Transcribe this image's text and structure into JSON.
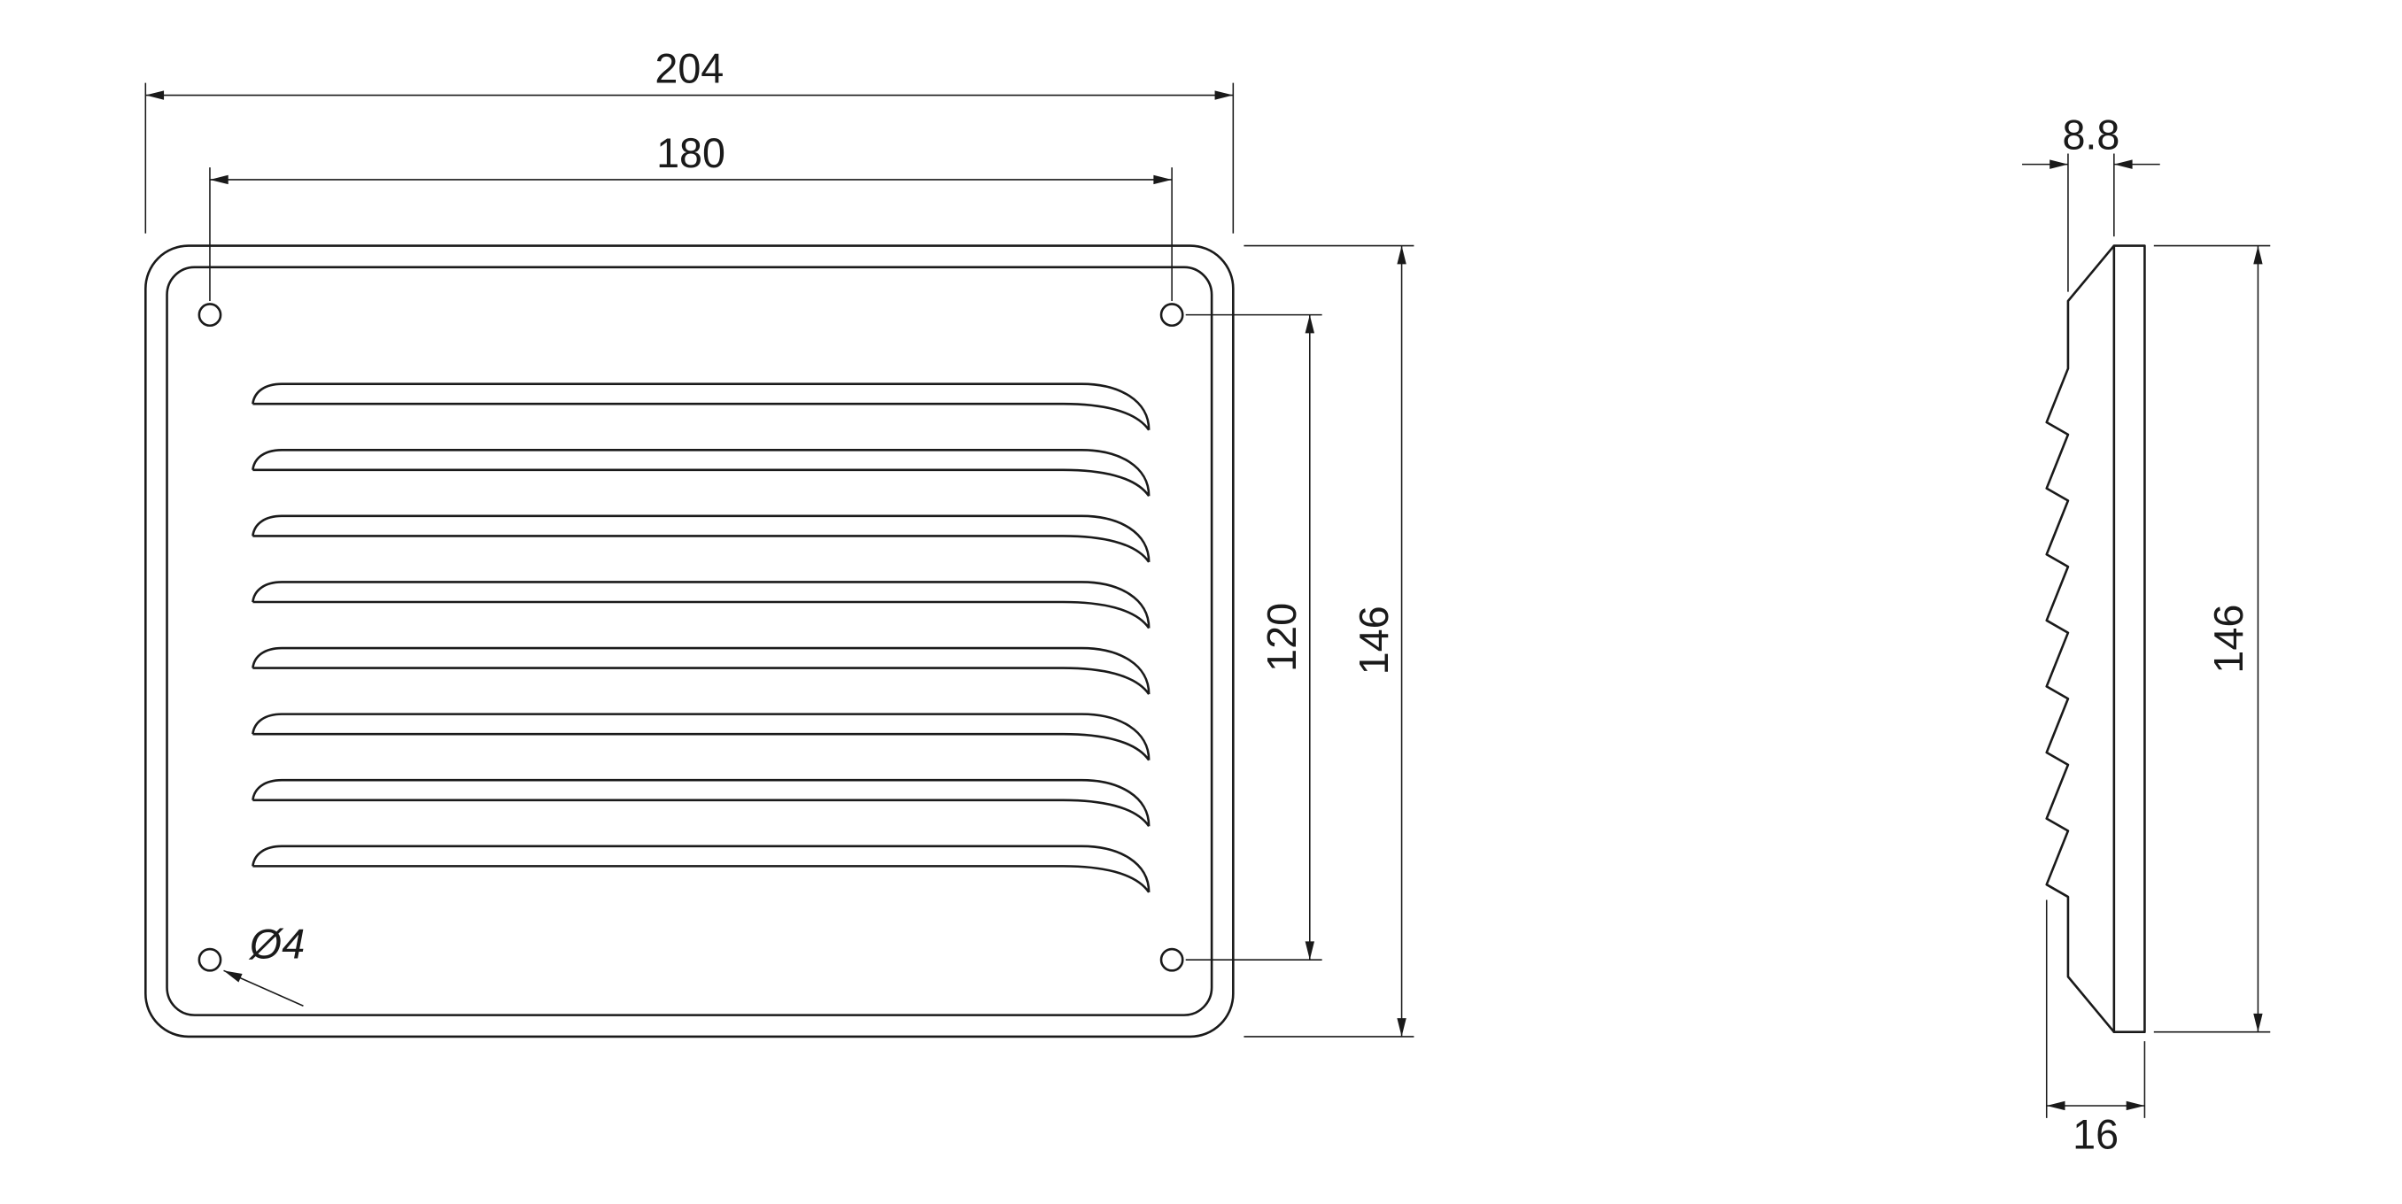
{
  "colors": {
    "background": "#ffffff",
    "line": "#1a1a1a"
  },
  "views": {
    "front": {
      "name": "front view",
      "louver_count": 8,
      "corner_hole_count": 4,
      "dimensions": {
        "overall_width": "204",
        "hole_spacing_horizontal": "180",
        "hole_spacing_vertical": "120",
        "overall_height": "146",
        "hole_diameter": "Ø4"
      }
    },
    "side": {
      "name": "side view",
      "louver_count": 8,
      "dimensions": {
        "louver_projection": "8.8",
        "overall_height": "146",
        "overall_depth": "16"
      }
    }
  }
}
